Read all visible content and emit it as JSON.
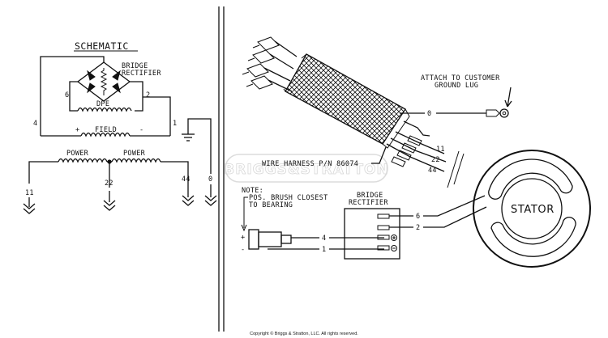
{
  "schematic": {
    "title": "SCHEMATIC",
    "bridge_label_1": "BRIDGE",
    "bridge_label_2": "RECTIFIER",
    "dpe_label": "DPE",
    "field_label": "FIELD",
    "field_plus": "+",
    "field_minus": "-",
    "power_left_label": "POWER",
    "power_right_label": "POWER",
    "wire_6": "6",
    "wire_2": "2",
    "wire_4": "4",
    "wire_1": "1",
    "lead_11": "11",
    "lead_22": "22",
    "lead_44": "44",
    "lead_0": "0"
  },
  "harness": {
    "ground_note_1": "ATTACH TO CUSTOMER",
    "ground_note_2": "GROUND LUG",
    "lead_0": "0",
    "lead_11": "11",
    "lead_22": "22",
    "lead_44": "44",
    "part_label": "WIRE HARNESS P/N 86074"
  },
  "stator": {
    "label": "STATOR"
  },
  "brush": {
    "note_1": "NOTE:",
    "note_2": "POS. BRUSH CLOSEST",
    "note_3": "TO BEARING",
    "plus": "+",
    "minus": "-",
    "wire_4": "4",
    "wire_1": "1"
  },
  "rectifier_block": {
    "label_1": "BRIDGE",
    "label_2": "RECTIFIER",
    "pin_6": "6",
    "pin_2": "2"
  },
  "watermark": "BRIGGS&STRATTON",
  "copyright": "Copyright © Briggs & Stratton, LLC. All rights reserved."
}
